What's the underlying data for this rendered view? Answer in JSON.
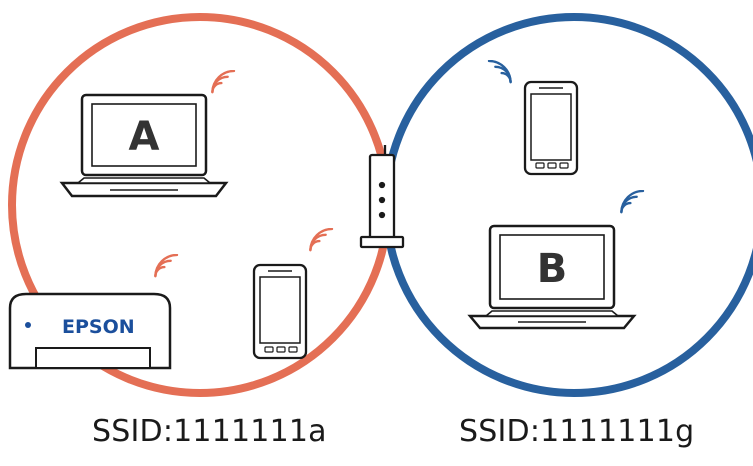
{
  "networks": {
    "left": {
      "ssid": "SSID:1111111a",
      "color": "#e46f55"
    },
    "right": {
      "ssid": "SSID:1111111g",
      "color": "#28609e"
    }
  },
  "devices": {
    "laptop_a": {
      "letter": "A",
      "icon": "laptop-icon"
    },
    "laptop_b": {
      "letter": "B",
      "icon": "laptop-icon"
    },
    "printer": {
      "brand": "EPSON",
      "icon": "printer-icon"
    },
    "router": {
      "icon": "router-icon"
    },
    "phones": {
      "icon": "smartphone-icon"
    }
  },
  "colors": {
    "outline": "#1a1a1a",
    "device_fill": "#ffffff",
    "brand_blue": "#1b4f9c"
  }
}
